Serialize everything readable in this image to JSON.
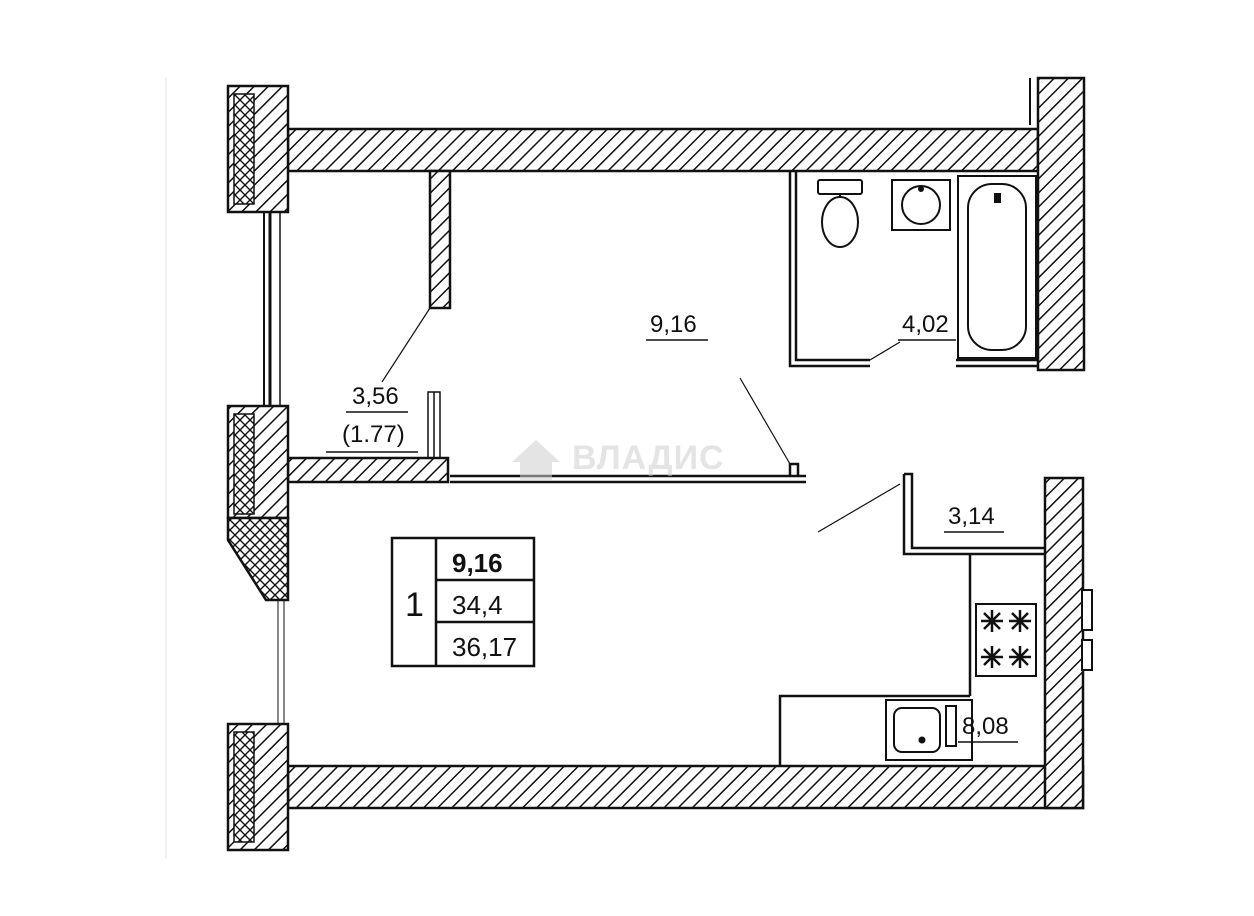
{
  "rooms": {
    "room_area": "9,16",
    "bath_area": "4,02",
    "balcony_area": "3,56",
    "balcony_reduced": "(1.77)",
    "hall_area": "3,14",
    "kitchen_area": "8,08"
  },
  "summary": {
    "rooms_count": "1",
    "living_area": "9,16",
    "total_area": "34,4",
    "area_with_balcony": "36,17"
  },
  "watermark": "ВЛАДИС",
  "colors": {
    "line": "#111111",
    "background": "#ffffff",
    "watermark": "#cfcfcf"
  }
}
